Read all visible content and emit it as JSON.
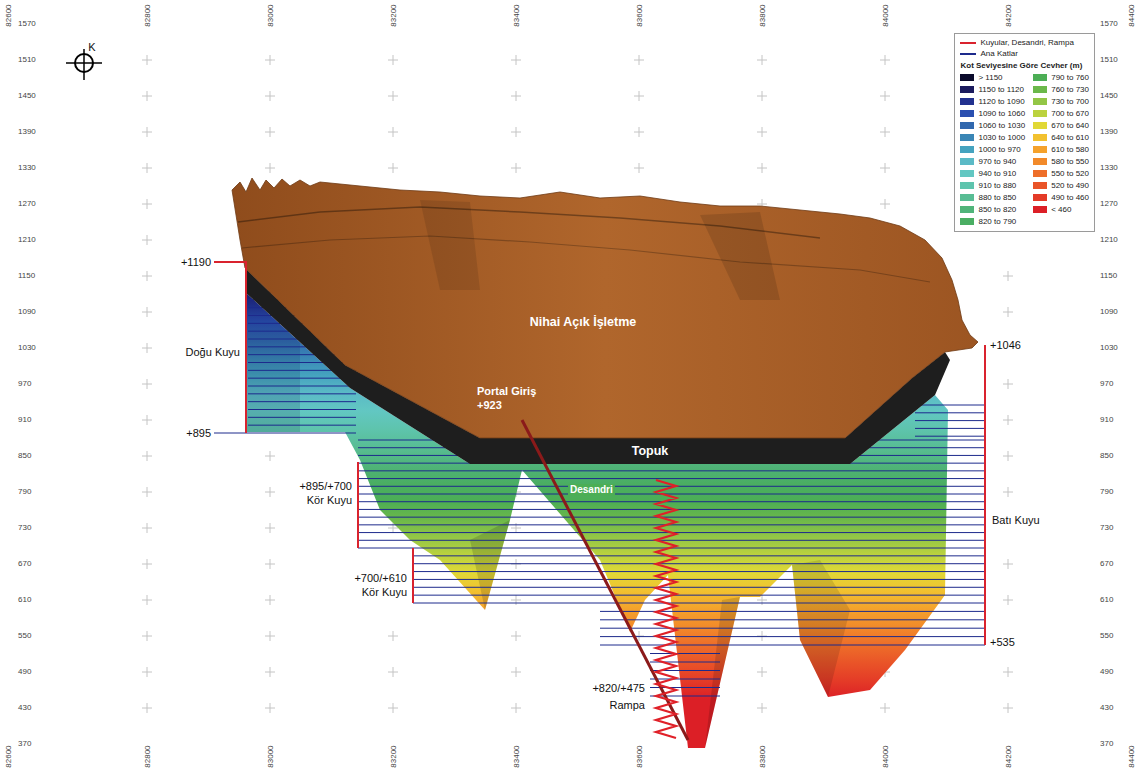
{
  "diagram": {
    "labels": [
      "K",
      "82600",
      "82800",
      "83000",
      "83200",
      "83400",
      "83600",
      "83800",
      "84000",
      "84200",
      "84400",
      "82600",
      "82800",
      "83000",
      "83200",
      "83400",
      "83600",
      "83800",
      "84000",
      "84200",
      "84400",
      "1570",
      "1510",
      "1450",
      "1390",
      "1330",
      "1270",
      "1210",
      "1150",
      "1090",
      "1030",
      "970",
      "910",
      "850",
      "790",
      "730",
      "670",
      "610",
      "550",
      "490",
      "430",
      "370",
      "1570",
      "1510",
      "1450",
      "1390",
      "1330",
      "1270",
      "1210",
      "1150",
      "1090",
      "1030",
      "970",
      "910",
      "850",
      "790",
      "730",
      "670",
      "610",
      "550",
      "490",
      "430",
      "370",
      "+1190",
      "Doğu Kuyu",
      "+895",
      "+895/+700",
      "Kör Kuyu",
      "+700/+610",
      "Kör Kuyu",
      "Portal Giriş",
      "+923",
      "Nihai Açık İşletme",
      "Topuk",
      "Desandri",
      "+820/+475",
      "Rampa",
      "+1046",
      "Batı Kuyu",
      "+535",
      "Kot Seviyesine Göre Cevher (m)"
    ],
    "legend": [
      {
        "text": "Kuyular, Desandri, Rampa"
      },
      {
        "text": "Ana Katlar"
      },
      {
        "text": "> 1150",
        "color": "#0b0b2b"
      },
      {
        "text": "1150 to 1120",
        "color": "#1b1b5e"
      },
      {
        "text": "1120 to 1090",
        "color": "#22318f"
      },
      {
        "text": "1090 to 1060",
        "color": "#2a4fb0"
      },
      {
        "text": "1060 to 1030",
        "color": "#3168ae"
      },
      {
        "text": "1030 to 1000",
        "color": "#3a86b5"
      },
      {
        "text": "1000 to 970",
        "color": "#45a3bf"
      },
      {
        "text": "970 to 940",
        "color": "#5bbac6"
      },
      {
        "text": "940 to 910",
        "color": "#62c7c2"
      },
      {
        "text": "910 to 880",
        "color": "#5ec4ad"
      },
      {
        "text": "880 to 850",
        "color": "#58bd94"
      },
      {
        "text": "850 to 820",
        "color": "#50b47a"
      },
      {
        "text": "820 to 790",
        "color": "#4aae63"
      },
      {
        "text": "790 to 760",
        "color": "#4cae55"
      },
      {
        "text": "760 to 730",
        "color": "#6bb84a"
      },
      {
        "text": "730 to 700",
        "color": "#93c646"
      },
      {
        "text": "700 to 670",
        "color": "#bbd23e"
      },
      {
        "text": "670 to 640",
        "color": "#e1d836"
      },
      {
        "text": "640 to 610",
        "color": "#f2c12f"
      },
      {
        "text": "610 to 580",
        "color": "#f5a22c"
      },
      {
        "text": "580 to 550",
        "color": "#f28a2a"
      },
      {
        "text": "550 to 520",
        "color": "#ee6e29"
      },
      {
        "text": "520 to 490",
        "color": "#e95428"
      },
      {
        "text": "490 to 460",
        "color": "#e43b27"
      },
      {
        "text": "< 460",
        "color": "#dc1f26"
      }
    ]
  }
}
